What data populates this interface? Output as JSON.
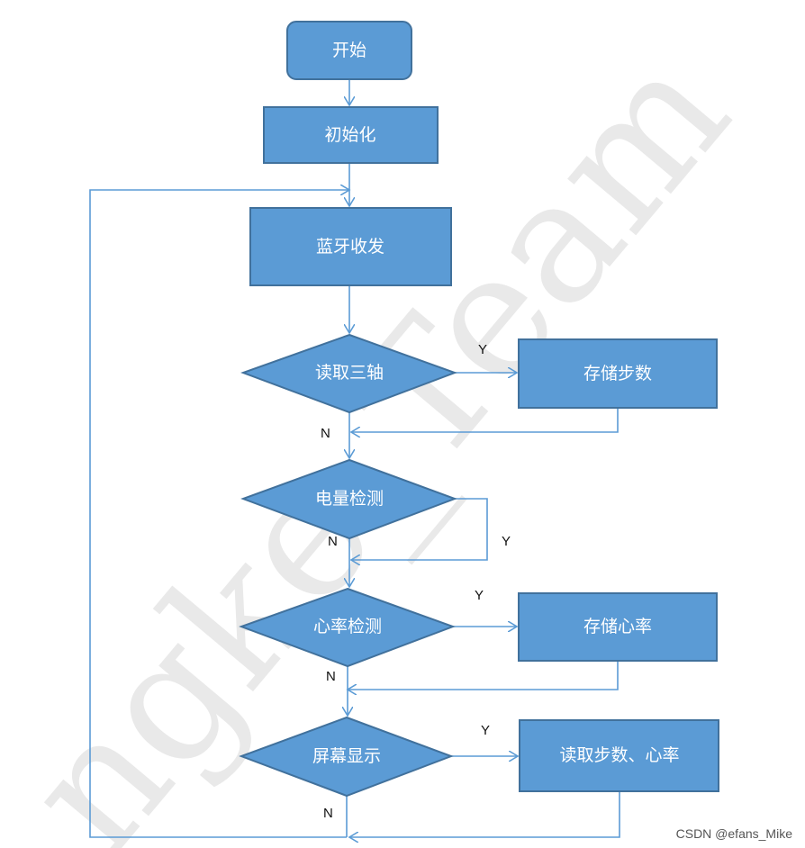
{
  "nodes": {
    "start": "开始",
    "init": "初始化",
    "bluetooth": "蓝牙收发",
    "read_axis": "读取三轴",
    "store_steps": "存储步数",
    "battery": "电量检测",
    "heart_rate": "心率检测",
    "store_hr": "存储心率",
    "display": "屏幕显示",
    "read_steps_hr": "读取步数、心率"
  },
  "labels": {
    "yes": "Y",
    "no": "N"
  },
  "watermark": "ngke_Team",
  "credit": "CSDN @efans_Mike",
  "colors": {
    "box_fill": "#5b9bd5",
    "box_stroke": "#41719c",
    "edge": "#5b9bd5",
    "text": "#ffffff"
  }
}
